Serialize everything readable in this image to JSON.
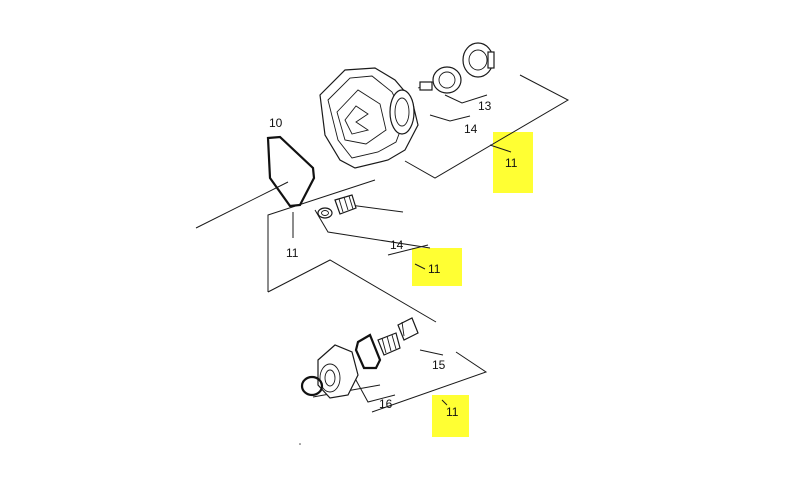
{
  "highlight_color": "#ffff33",
  "line_color": "#1a1a1a",
  "callouts": {
    "c10": "10",
    "c11_ring": "11",
    "c13": "13",
    "c14_top": "14",
    "c11_top": "11",
    "c14_mid": "14",
    "c11_mid": "11",
    "c15": "15",
    "c16": "16",
    "c11_bot": "11"
  },
  "highlighted": [
    "c11_top",
    "c11_mid",
    "c11_bot"
  ]
}
